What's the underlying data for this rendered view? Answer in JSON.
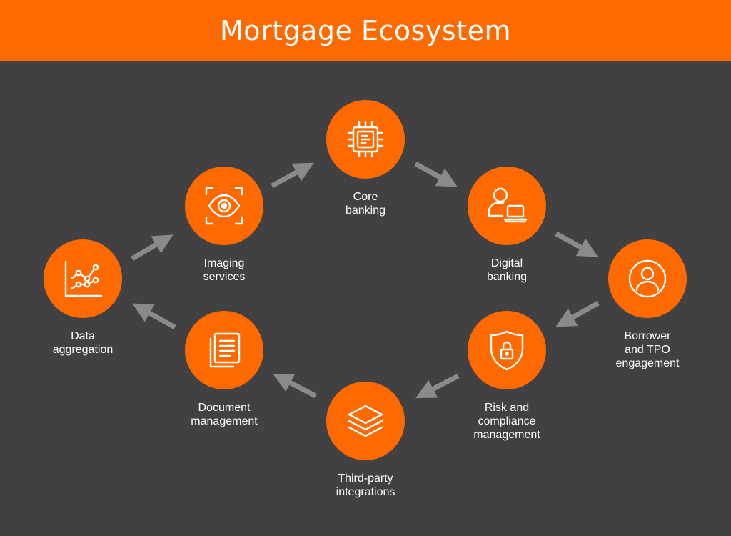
{
  "title": "Mortgage Ecosystem",
  "colors": {
    "accent": "#ff6a00",
    "background": "#414042",
    "arrow": "#8a8a8c",
    "text": "#ffffff"
  },
  "nodes": [
    {
      "id": "core-banking",
      "icon": "cpu-chip-icon",
      "label": "Core\nbanking"
    },
    {
      "id": "digital-banking",
      "icon": "user-laptop-icon",
      "label": "Digital\nbanking"
    },
    {
      "id": "borrower-tpo",
      "icon": "user-circle-icon",
      "label": "Borrower\nand TPO\nengagement"
    },
    {
      "id": "risk-compliance",
      "icon": "shield-lock-icon",
      "label": "Risk and\ncompliance\nmanagement"
    },
    {
      "id": "third-party",
      "icon": "layers-icon",
      "label": "Third-party\nintegrations"
    },
    {
      "id": "document-mgmt",
      "icon": "documents-icon",
      "label": "Document\nmanagement"
    },
    {
      "id": "data-aggregation",
      "icon": "line-chart-icon",
      "label": "Data\naggregation"
    },
    {
      "id": "imaging-services",
      "icon": "eye-scan-icon",
      "label": "Imaging\nservices"
    }
  ]
}
